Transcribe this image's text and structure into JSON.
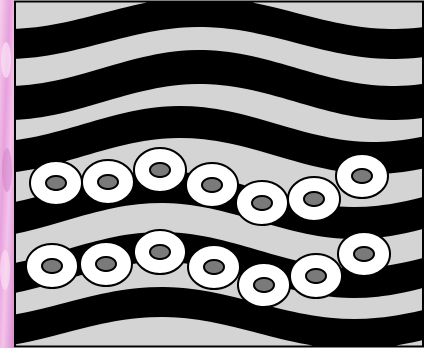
{
  "scene": {
    "description_label": "",
    "palette": {
      "panel": "#d4d4d4",
      "stripe": "#000000",
      "ring_fill": "#ffffff",
      "ring_stroke": "#000000",
      "hole_fill": "#7a7a7a",
      "frame": "#000000",
      "side_strip_light": "#f4c6e8",
      "side_strip_dark": "#d98ad0"
    },
    "stripe_count": 6,
    "ring_rows": 2,
    "rings_per_row": 7
  }
}
